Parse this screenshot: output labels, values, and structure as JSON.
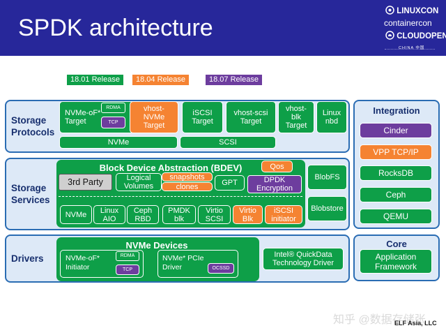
{
  "slide": {
    "title": "SPDK architecture"
  },
  "logos": {
    "linuxcon": "LINUXCON",
    "containercon": "containercon",
    "cloudopen": "CLOUDOPEN",
    "china": "CHINA 中国"
  },
  "legend": [
    {
      "label": "18.01 Release",
      "color": "#0e9f48"
    },
    {
      "label": "18.04 Release",
      "color": "#f58332"
    },
    {
      "label": "18.07 Release",
      "color": "#6d3d9e"
    }
  ],
  "storage_protocols": {
    "label": "Storage\nProtocols",
    "nvmeof": "NVMe-oF*\nTarget",
    "rdma": "RDMA",
    "tcp": "TCP",
    "vhost_nvme": "vhost-\nNVMe\nTarget",
    "iscsi": "iSCSI\nTarget",
    "vhost_scsi": "vhost-scsi\nTarget",
    "vhost_blk": "vhost-\nblk\nTarget",
    "linux_nbd": "Linux\nnbd",
    "nvme_bar": "NVMe",
    "scsi_bar": "SCSI"
  },
  "storage_services": {
    "label": "Storage\nServices",
    "bdev_title": "Block Device Abstraction (BDEV)",
    "qos": "Qos",
    "third_party": "3rd Party",
    "logical_volumes": "Logical\nVolumes",
    "snapshots": "snapshots",
    "clones": "clones",
    "gpt": "GPT",
    "dpdk_encryption": "DPDK\nEncryption",
    "blobfs": "BlobFS",
    "blobstore": "Blobstore",
    "modules": [
      {
        "label": "NVMe",
        "color": "green"
      },
      {
        "label": "Linux\nAIO",
        "color": "green"
      },
      {
        "label": "Ceph\nRBD",
        "color": "green"
      },
      {
        "label": "PMDK\nblk",
        "color": "green"
      },
      {
        "label": "Virtio\nSCSI",
        "color": "green"
      },
      {
        "label": "Virtio\nBlk",
        "color": "orange"
      },
      {
        "label": "iSCSI\ninitiator",
        "color": "orange"
      }
    ]
  },
  "drivers": {
    "label": "Drivers",
    "nvme_devices": "NVMe Devices",
    "nvmeof_initiator": "NVMe-oF*\nInitiator",
    "rdma": "RDMA",
    "tcp": "TCP",
    "nvme_pcie": "NVMe* PCIe\nDriver",
    "ocssd": "OCSSD",
    "quickdata": "Intel® QuickData\nTechnology Driver"
  },
  "integration": {
    "title": "Integration",
    "items": [
      {
        "label": "Cinder",
        "color": "purple"
      },
      {
        "label": "VPP TCP/IP",
        "color": "orange"
      },
      {
        "label": "RocksDB",
        "color": "green"
      },
      {
        "label": "Ceph",
        "color": "green"
      },
      {
        "label": "QEMU",
        "color": "green"
      }
    ]
  },
  "core": {
    "title": "Core",
    "app_framework": "Application\nFramework"
  },
  "watermark": "知乎 @数据存储张",
  "footer": "ELF Asia, LLC"
}
